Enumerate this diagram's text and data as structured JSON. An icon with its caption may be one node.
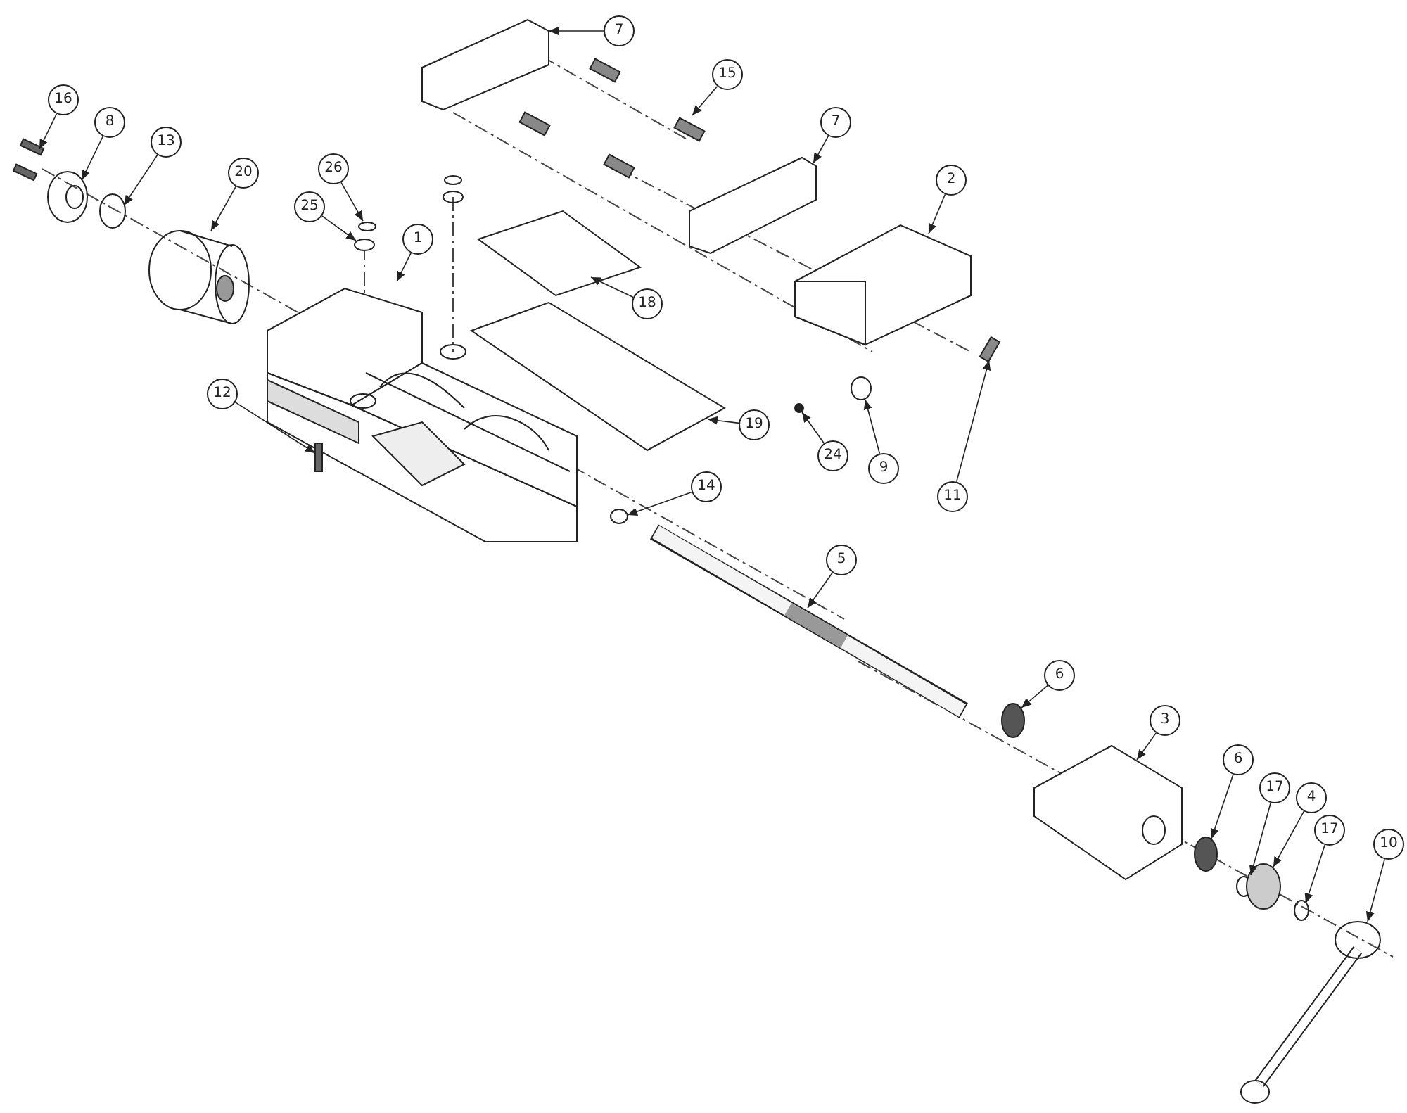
{
  "diagram": {
    "nodes": [
      {
        "text": [
          "16"
        ]
      },
      {
        "text": [
          "8"
        ]
      },
      {
        "text": [
          "13"
        ]
      },
      {
        "text": [
          "20"
        ]
      },
      {
        "text": [
          "26"
        ]
      },
      {
        "text": [
          "25"
        ]
      },
      {
        "text": [
          "1"
        ]
      },
      {
        "text": [
          "7"
        ]
      },
      {
        "text": [
          "15"
        ]
      },
      {
        "text": [
          "7"
        ]
      },
      {
        "text": [
          "2"
        ]
      },
      {
        "text": [
          "18"
        ]
      },
      {
        "text": [
          "12"
        ]
      },
      {
        "text": [
          "19"
        ]
      },
      {
        "text": [
          "24"
        ]
      },
      {
        "text": [
          "9"
        ]
      },
      {
        "text": [
          "11"
        ]
      },
      {
        "text": [
          "14"
        ]
      },
      {
        "text": [
          "5"
        ]
      },
      {
        "text": [
          "6"
        ]
      },
      {
        "text": [
          "3"
        ]
      },
      {
        "text": [
          "6"
        ]
      },
      {
        "text": [
          "17"
        ]
      },
      {
        "text": [
          "4"
        ]
      },
      {
        "text": [
          "17"
        ]
      },
      {
        "text": [
          "10"
        ]
      },
      {
        "text": [],
        "shape": "circle"
      },
      {
        "text": [],
        "shape": "circle"
      },
      {
        "text": [],
        "shape": "circle"
      }
    ],
    "edges": [
      {
        "from": 0,
        "to": null,
        "arrow": "to"
      },
      {
        "from": 1,
        "to": null,
        "arrow": "to"
      },
      {
        "from": 2,
        "to": null,
        "arrow": "to"
      },
      {
        "from": 3,
        "to": null,
        "arrow": "to"
      },
      {
        "from": 4,
        "to": 28,
        "arrow": "to"
      },
      {
        "from": 5,
        "to": 26,
        "arrow": "to"
      },
      {
        "from": 6,
        "to": null,
        "arrow": "to"
      },
      {
        "from": 7,
        "to": null,
        "arrow": "to"
      },
      {
        "from": 8,
        "to": null,
        "arrow": "to"
      },
      {
        "from": 9,
        "to": null,
        "arrow": "to"
      },
      {
        "from": 10,
        "to": null,
        "arrow": "to"
      },
      {
        "from": 11,
        "to": null,
        "arrow": "to"
      },
      {
        "from": 12,
        "to": null,
        "arrow": "to"
      },
      {
        "from": 13,
        "to": null,
        "arrow": "to"
      },
      {
        "from": 14,
        "to": 27,
        "arrow": "to"
      },
      {
        "from": 15,
        "to": null,
        "arrow": "to"
      },
      {
        "from": 16,
        "to": null,
        "arrow": "to"
      },
      {
        "from": 17,
        "to": null,
        "arrow": "to"
      },
      {
        "from": 18,
        "to": null,
        "arrow": "to"
      },
      {
        "from": 19,
        "to": null,
        "arrow": "to"
      },
      {
        "from": 20,
        "to": null,
        "arrow": "to"
      },
      {
        "from": 21,
        "to": null,
        "arrow": "to"
      },
      {
        "from": 22,
        "to": null,
        "arrow": "to"
      },
      {
        "from": 23,
        "to": null,
        "arrow": "to"
      },
      {
        "from": 24,
        "to": null,
        "arrow": "to"
      },
      {
        "from": 25,
        "to": null,
        "arrow": "to"
      }
    ]
  }
}
